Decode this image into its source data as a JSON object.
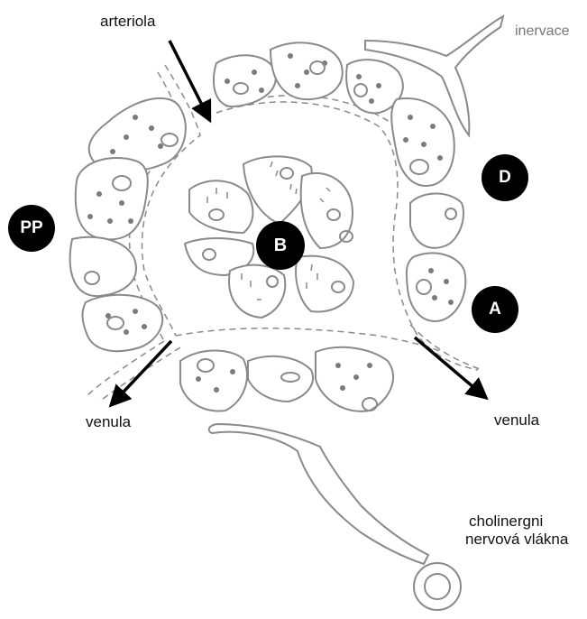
{
  "labels": {
    "arteriola": "arteriola",
    "venula_left": "venula",
    "venula_right": "venula",
    "inervace": "inervace",
    "cholinergni_line1": "cholinergni",
    "cholinergni_line2": "nervová vlákna"
  },
  "badges": {
    "pp": "PP",
    "b": "B",
    "d": "D",
    "a": "A"
  },
  "colors": {
    "outline": "#8a8a8a",
    "dot": "#7a7a7a",
    "arrow": "#000000",
    "badge_fill": "#000000",
    "badge_text": "#ffffff"
  }
}
